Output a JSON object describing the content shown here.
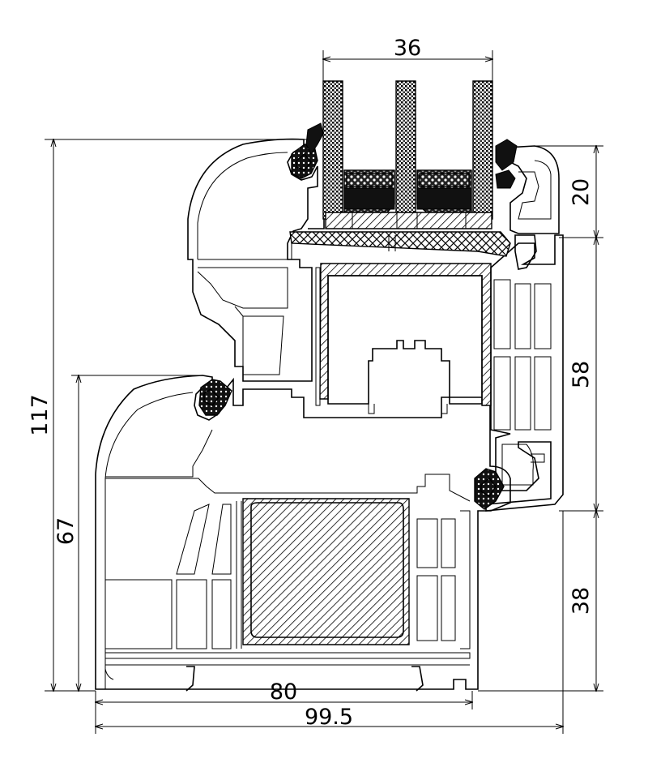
{
  "dimensions": {
    "glazing_width": "36",
    "total_height": "117",
    "sash_height": "67",
    "top_offset": "20",
    "middle_height": "58",
    "bottom_height": "38",
    "frame_depth": "80",
    "total_depth": "99.5"
  },
  "colors": {
    "line": "#000000",
    "background": "#ffffff"
  }
}
